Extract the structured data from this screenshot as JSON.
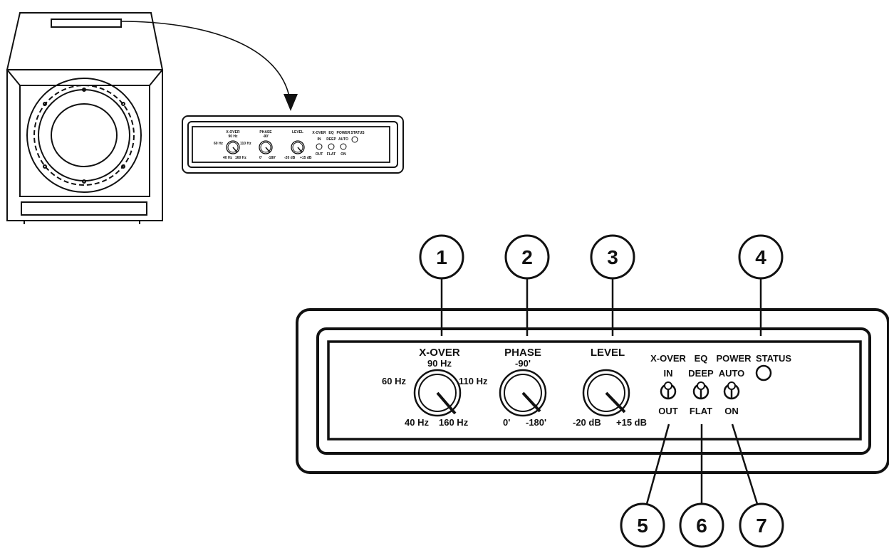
{
  "panel": {
    "xover_title": "X-OVER",
    "xover_top": "90 Hz",
    "xover_left": "60 Hz",
    "xover_right": "110 Hz",
    "xover_bottom_left": "40 Hz",
    "xover_bottom_right": "160 Hz",
    "phase_title": "PHASE",
    "phase_top": "-90'",
    "phase_bottom_left": "0'",
    "phase_bottom_right": "-180'",
    "level_title": "LEVEL",
    "level_bottom_left": "-20 dB",
    "level_bottom_right": "+15 dB",
    "sw_xover_title": "X-OVER",
    "sw_xover_top": "IN",
    "sw_xover_bottom": "OUT",
    "sw_eq_title": "EQ",
    "sw_eq_top": "DEEP",
    "sw_eq_bottom": "FLAT",
    "sw_power_title": "POWER",
    "sw_power_top": "AUTO",
    "sw_power_bottom": "ON",
    "status_title": "STATUS"
  },
  "callouts": [
    "1",
    "2",
    "3",
    "4",
    "5",
    "6",
    "7"
  ]
}
